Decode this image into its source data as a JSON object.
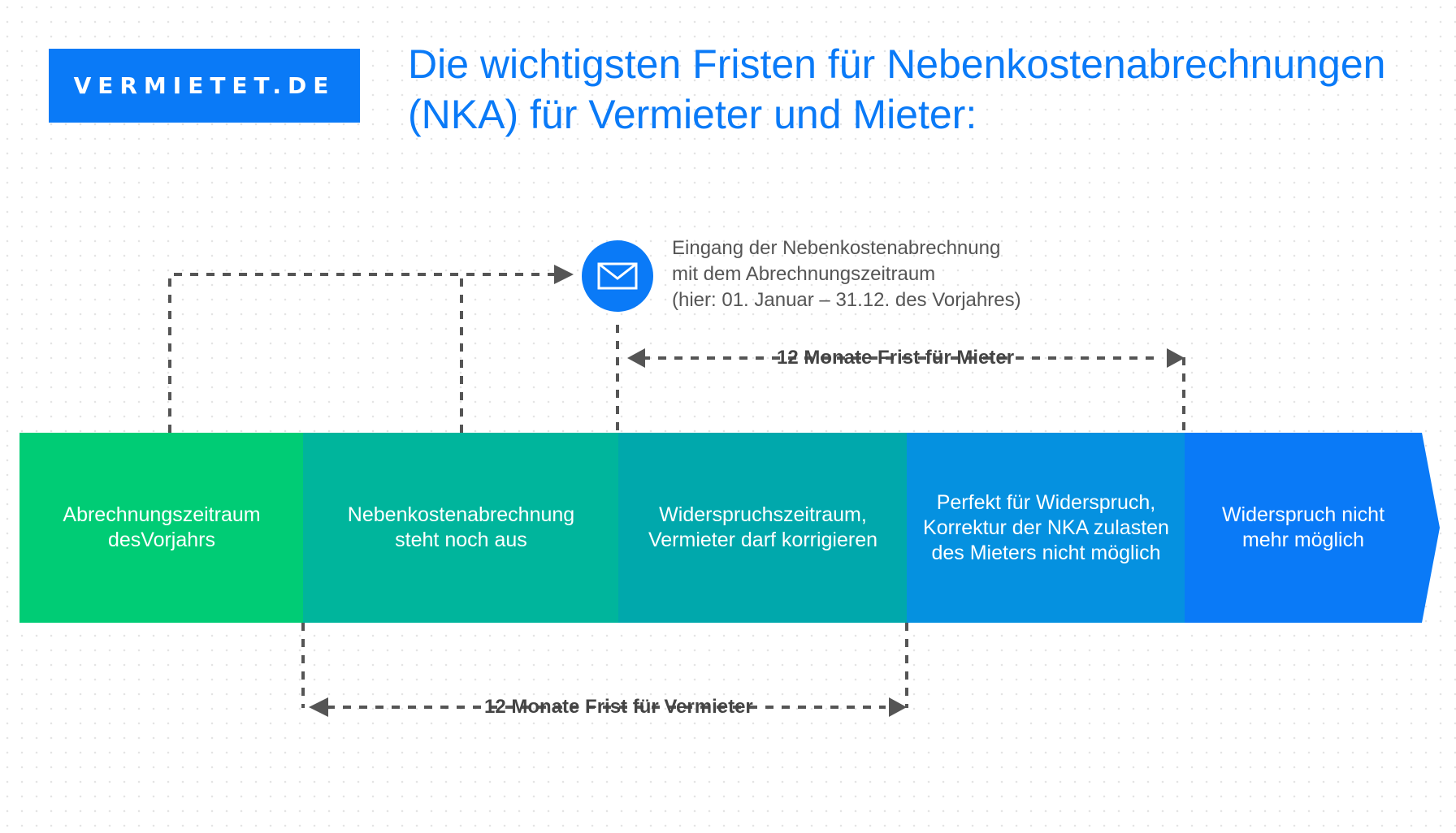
{
  "logo": {
    "text": "VERMIETET.DE"
  },
  "title": {
    "line1": "Die wichtigsten Fristen für Nebenkostenabrechnungen",
    "line2": "(NKA) für Vermieter und Mieter:"
  },
  "receipt_note": {
    "icon": "envelope-icon",
    "line1": "Eingang der Nebenkostenabrechnung",
    "line2": "mit dem Abrechnungszeitraum",
    "line3": "(hier: 01. Januar – 31.12. des Vorjahres)"
  },
  "tenant_deadline": {
    "label": "12 Monate Frist für Mieter"
  },
  "landlord_deadline": {
    "label": "12 Monate Frist für Vermieter"
  },
  "timeline": [
    {
      "text": "Abrechnungszeitraum\ndesVorjahrs",
      "color": "#00cc75"
    },
    {
      "text": "Nebenkostenabrechnung\nsteht noch aus",
      "color": "#00b59c"
    },
    {
      "text": "Widerspruchszeitraum,\nVermieter darf korrigieren",
      "color": "#00a8ac"
    },
    {
      "text": "Perfekt für Widerspruch,\nKorrektur der NKA zulasten\ndes Mieters nicht möglich",
      "color": "#0591e0"
    },
    {
      "text": "Widerspruch nicht\nmehr möglich",
      "color": "#0a7af7"
    }
  ],
  "colors": {
    "accent": "#0a7af7",
    "dash": "#555555"
  }
}
